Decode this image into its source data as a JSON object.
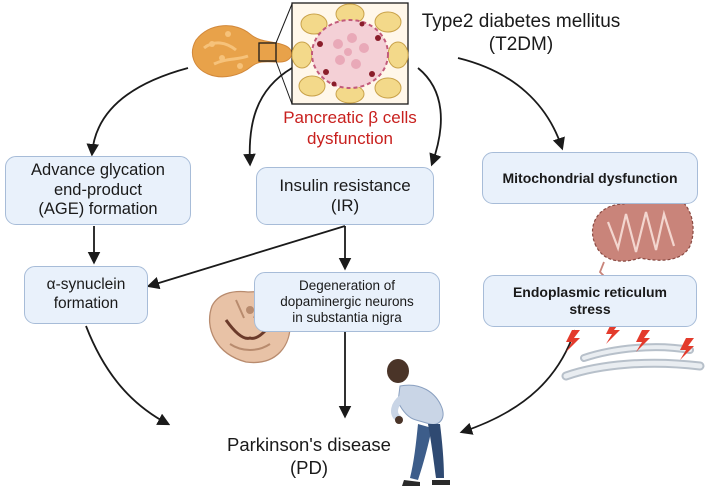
{
  "title": {
    "line1": "Type2 diabetes mellitus",
    "line2": "(T2DM)"
  },
  "beta_cells": {
    "line1": "Pancreatic β cells",
    "line2": "dysfunction",
    "color": "#c8201e"
  },
  "boxes": {
    "age": {
      "line1": "Advance glycation",
      "line2": "end-product",
      "line3": "(AGE) formation"
    },
    "ir": {
      "line1": "Insulin resistance",
      "line2": "(IR)"
    },
    "mito": {
      "line1": "Mitochondrial dysfunction"
    },
    "syn": {
      "line1": "α-synuclein",
      "line2": "formation"
    },
    "degen": {
      "line1": "Degeneration of",
      "line2": "dopaminergic neurons",
      "line3": "in substantia nigra"
    },
    "er": {
      "line1": "Endoplasmic reticulum",
      "line2": "stress"
    }
  },
  "outcome": {
    "line1": "Parkinson's disease",
    "line2": "(PD)"
  },
  "colors": {
    "box_fill": "#e9f1fb",
    "box_border": "#a7bcd8",
    "arrow": "#1a1a1a",
    "pancreas": "#e8a24a",
    "mitochondria": "#c9847a",
    "er_membrane": "#cfd6de",
    "lightning": "#e33b2c"
  },
  "icons": [
    "pancreas-icon",
    "islet-cells-icon",
    "mitochondria-icon",
    "endoplasmic-reticulum-icon",
    "lightning-icon",
    "brainstem-icon",
    "elderly-person-icon"
  ]
}
